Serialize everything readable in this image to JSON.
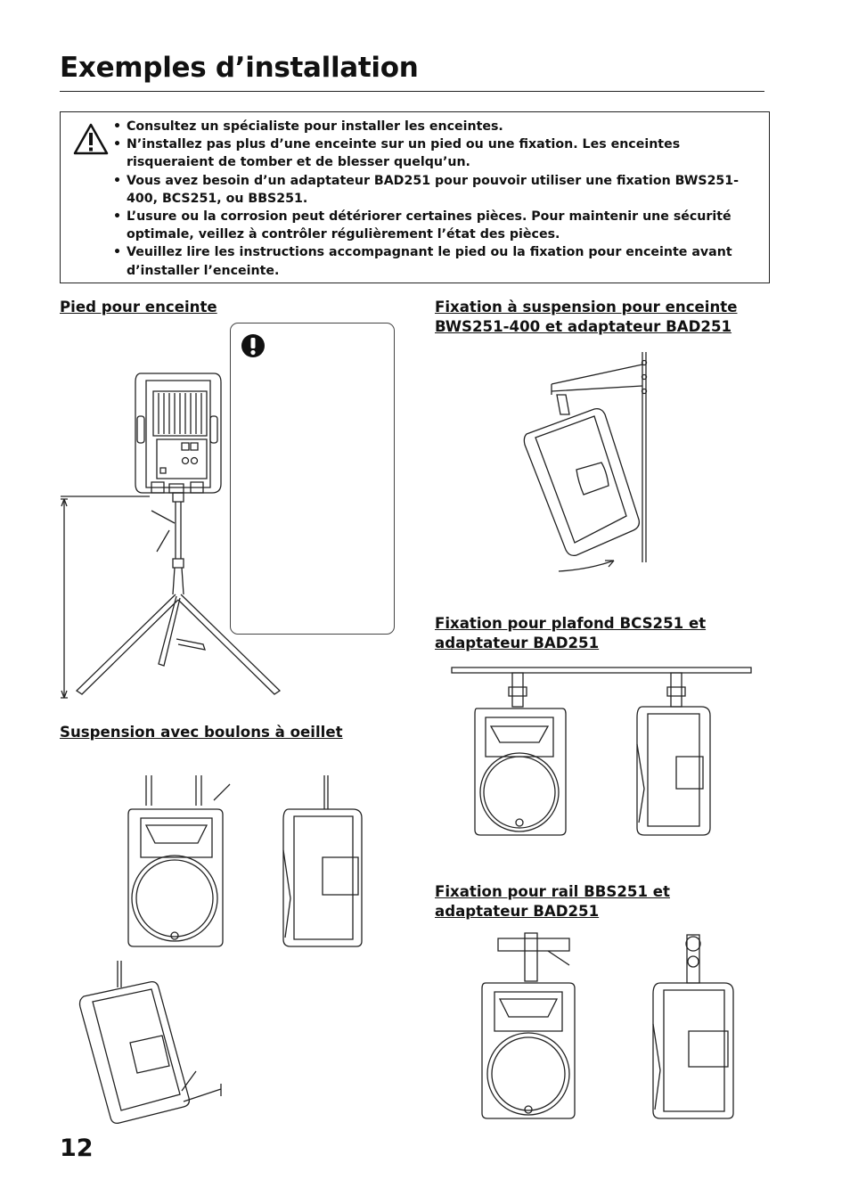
{
  "page": {
    "title": "Exemples d’installation",
    "page_number": "12"
  },
  "warning": {
    "icon": "warning-triangle-icon",
    "items": [
      "Consultez un spécialiste pour installer les enceintes.",
      "N’installez pas plus d’une enceinte sur un pied ou une fixation. Les enceintes risqueraient de tomber et de blesser quelqu’un.",
      "Vous avez besoin d’un adaptateur BAD251 pour pouvoir utiliser une fixation BWS251-400, BCS251, ou BBS251.",
      "L’usure ou la corrosion peut détériorer certaines pièces. Pour maintenir une sécurité optimale, veillez à contrôler régulièrement l’état des pièces.",
      "Veuillez lire les instructions accompagnant le pied ou la fixation pour enceinte avant d’installer l’enceinte."
    ]
  },
  "sections": {
    "stand": "Pied pour enceinte",
    "wall": "Fixation à suspension pour enceinte BWS251-400 et adaptateur BAD251",
    "ceiling": "Fixation pour plafond BCS251 et adaptateur BAD251",
    "eyebolt": "Suspension avec boulons à oeillet",
    "rail": "Fixation pour rail BBS251 et adaptateur BAD251"
  },
  "note": {
    "icon": "caution-exclamation-icon"
  }
}
